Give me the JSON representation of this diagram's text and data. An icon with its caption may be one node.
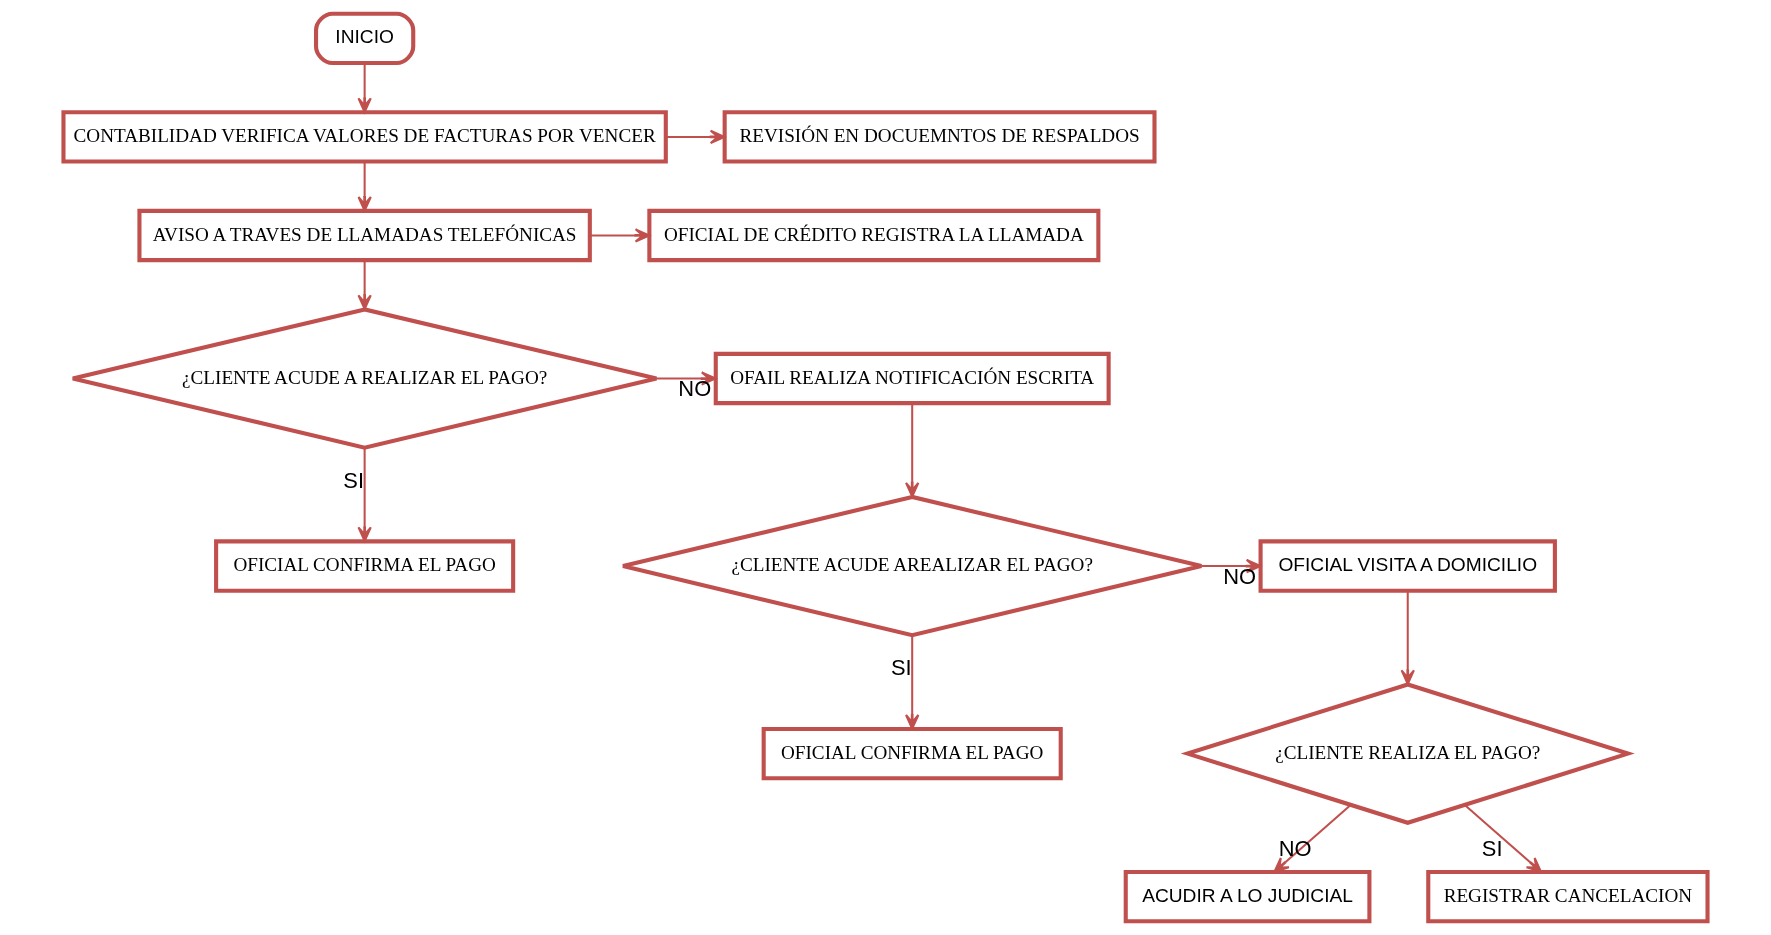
{
  "diagram": {
    "nodes": [
      {
        "text": [
          "INICIO"
        ]
      },
      {
        "text": [
          "CONTABILIDAD VERIFICA VALORES DE FACTURAS POR VENCER"
        ]
      },
      {
        "text": [
          "REVISIÓN EN DOCUEMNTOS DE RESPALDOS"
        ]
      },
      {
        "text": [
          "AVISO A TRAVES DE LLAMADAS TELEFÓNICAS"
        ]
      },
      {
        "text": [
          "OFICIAL DE CRÉDITO REGISTRA LA LLAMADA"
        ]
      },
      {
        "text": [
          "¿CLIENTE ACUDE A REALIZAR EL PAGO?"
        ]
      },
      {
        "text": [
          "OFAIL REALIZA NOTIFICACIÓN ESCRITA"
        ]
      },
      {
        "text": [
          "OFICIAL CONFIRMA EL PAGO"
        ]
      },
      {
        "text": [
          "¿CLIENTE ACUDE AREALIZAR EL PAGO?"
        ]
      },
      {
        "text": [
          "OFICIAL VISITA A DOMICILIO"
        ]
      },
      {
        "text": [
          "OFICIAL CONFIRMA EL PAGO"
        ]
      },
      {
        "text": [
          "ACUDIR A LO JUDICIAL"
        ]
      },
      {
        "text": [
          "¿CLIENTE REALIZA EL PAGO?"
        ]
      },
      {
        "text": [
          "REGISTRAR CANCELACION"
        ]
      }
    ],
    "edges": [
      {
        "from": 0,
        "to": 1,
        "arrow": "to"
      },
      {
        "from": 1,
        "to": 2,
        "arrow": "to"
      },
      {
        "from": 1,
        "to": 3,
        "arrow": "to"
      },
      {
        "from": 3,
        "to": 4,
        "arrow": "to"
      },
      {
        "from": 3,
        "to": 5,
        "arrow": "to"
      },
      {
        "from": 5,
        "to": 6,
        "arrow": "to",
        "label": "NO"
      },
      {
        "from": 5,
        "to": 7,
        "arrow": "to",
        "label": "SI"
      },
      {
        "from": 6,
        "to": 8,
        "arrow": "to"
      },
      {
        "from": 8,
        "to": 9,
        "arrow": "to",
        "label": "NO"
      },
      {
        "from": 8,
        "to": 10,
        "arrow": "to",
        "label": "SI"
      },
      {
        "from": 9,
        "to": 12,
        "arrow": "to"
      },
      {
        "from": 12,
        "to": 11,
        "arrow": "to",
        "label": "NO"
      },
      {
        "from": 12,
        "to": 13,
        "arrow": "to",
        "label": "SI"
      }
    ]
  }
}
